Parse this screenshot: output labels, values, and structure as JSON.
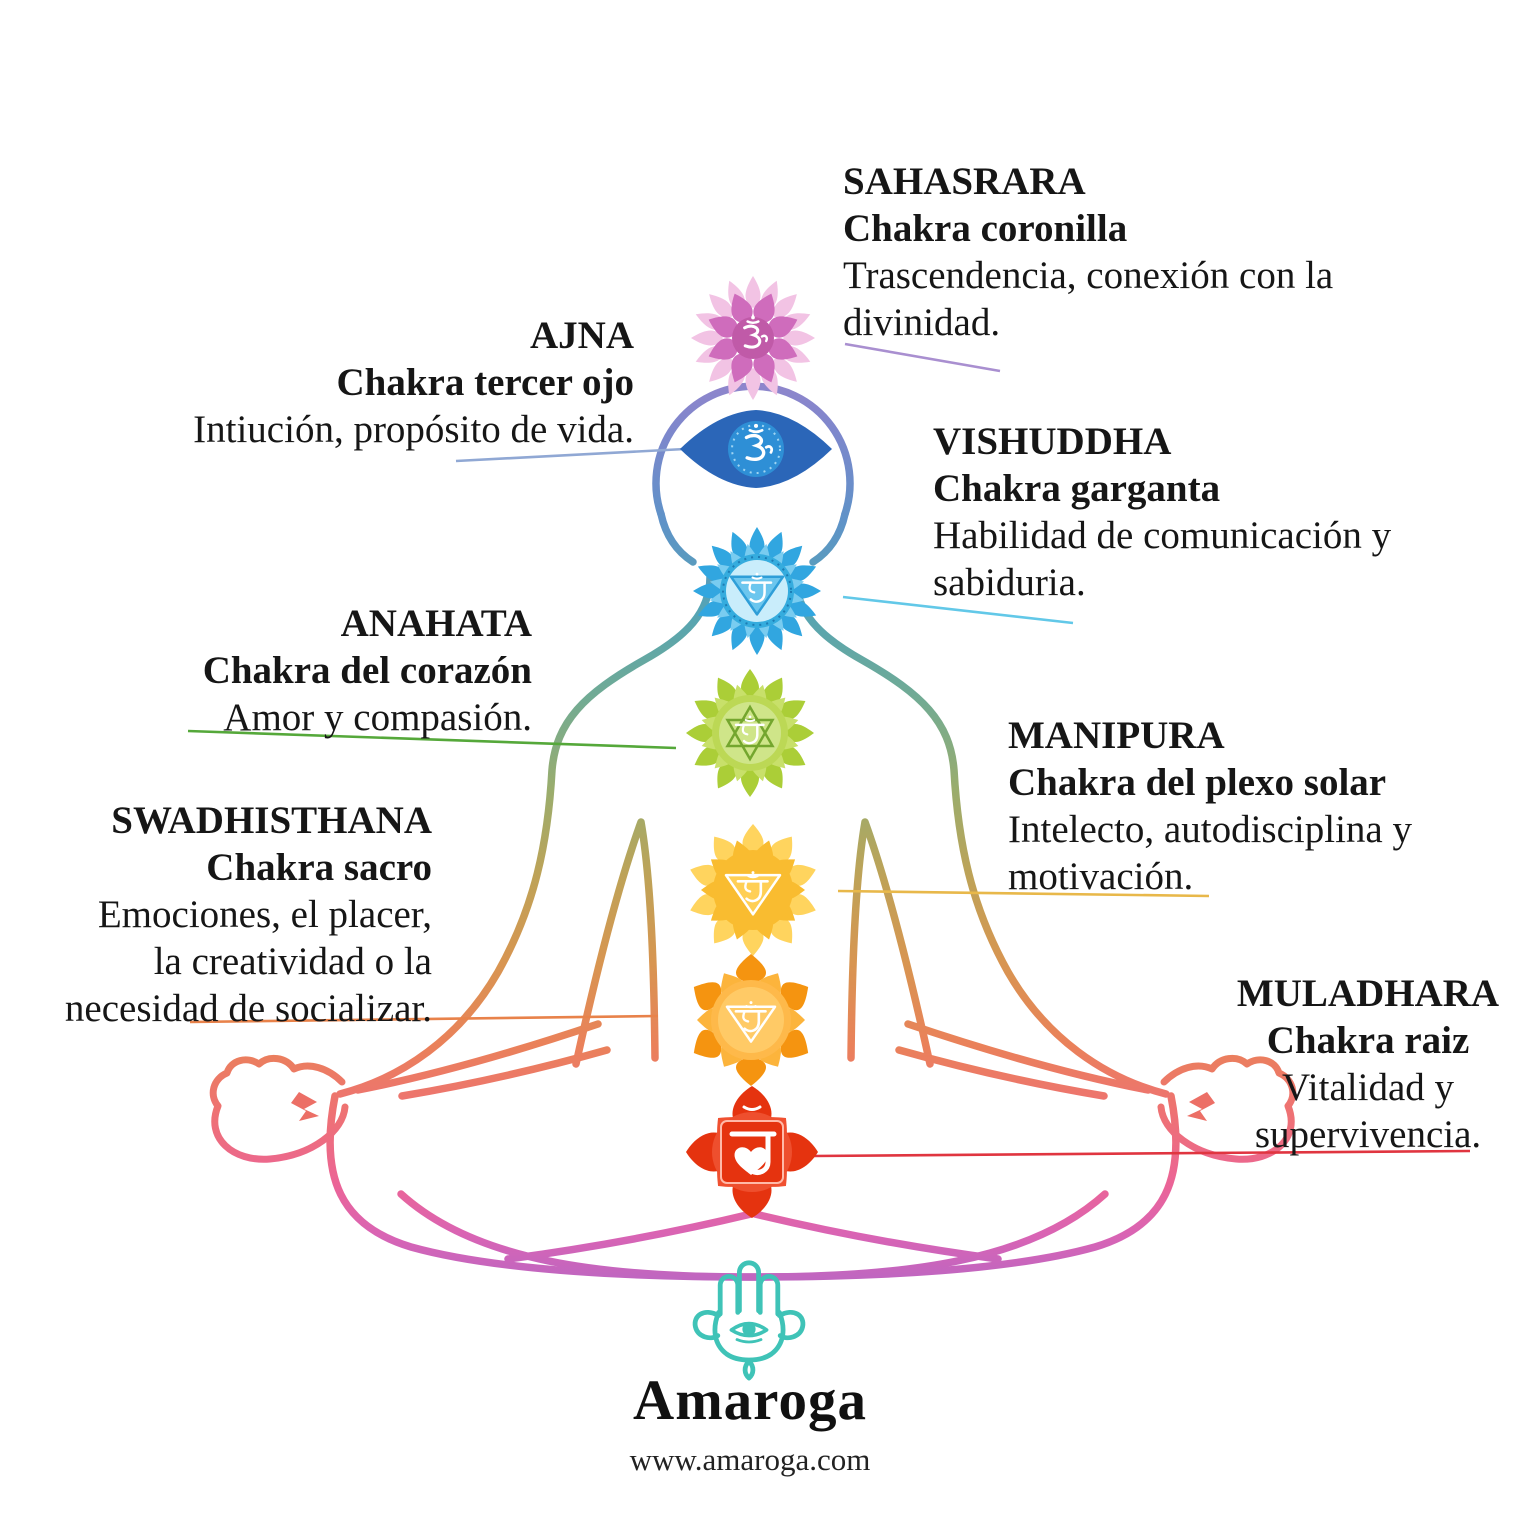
{
  "infographic": {
    "background": "#ffffff",
    "text_color": "#161616"
  },
  "chakras": [
    {
      "id": "sahasrara",
      "name": "SAHASRARA",
      "subtitle": "Chakra coronilla",
      "description_lines": [
        "Trascendencia, conexión con la",
        "divinidad."
      ],
      "color": "#cf6cbc",
      "connector_color": "#a98fd0"
    },
    {
      "id": "ajna",
      "name": "AJNA",
      "subtitle": "Chakra tercer ojo",
      "description_lines": [
        "Intiución, propósito de vida."
      ],
      "color": "#2b66b8",
      "connector_color": "#90a8d4"
    },
    {
      "id": "vishuddha",
      "name": "VISHUDDHA",
      "subtitle": "Chakra garganta",
      "description_lines": [
        "Habilidad de comunicación y",
        "sabiduria."
      ],
      "color": "#31a6e0",
      "connector_color": "#62c8e8"
    },
    {
      "id": "anahata",
      "name": "ANAHATA",
      "subtitle": "Chakra del corazón",
      "description_lines": [
        "Amor y compasión."
      ],
      "color": "#abce37",
      "connector_color": "#55a83a"
    },
    {
      "id": "manipura",
      "name": "MANIPURA",
      "subtitle": "Chakra del plexo solar",
      "description_lines": [
        "Intelecto, autodisciplina y",
        "motivación."
      ],
      "color": "#f9bc30",
      "connector_color": "#e8b84a"
    },
    {
      "id": "swadhisthana",
      "name": "SWADHISTHANA",
      "subtitle": "Chakra sacro",
      "description_lines": [
        "Emociones, el placer,",
        "la creatividad o la",
        "necesidad de socializar."
      ],
      "color": "#f59410",
      "connector_color": "#e8824a"
    },
    {
      "id": "muladhara",
      "name": "MULADHARA",
      "subtitle": "Chakra raiz",
      "description_lines": [
        "Vitalidad y",
        "supervivencia."
      ],
      "color": "#e5330f",
      "connector_color": "#e03540"
    }
  ],
  "logo": {
    "brand": "Amaroga",
    "website": "www.amaroga.com",
    "hamsa_color": "#3fc3b7"
  }
}
